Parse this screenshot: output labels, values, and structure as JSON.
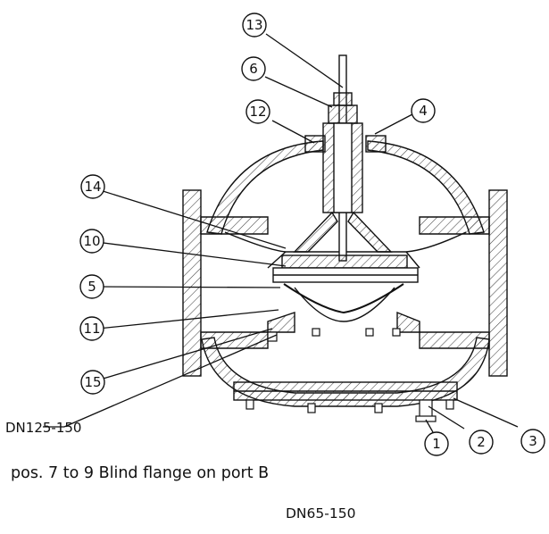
{
  "callouts": [
    {
      "id": "c13",
      "label": "13"
    },
    {
      "id": "c6",
      "label": "6"
    },
    {
      "id": "c12",
      "label": "12"
    },
    {
      "id": "c4",
      "label": "4"
    },
    {
      "id": "c14",
      "label": "14"
    },
    {
      "id": "c10",
      "label": "10"
    },
    {
      "id": "c5",
      "label": "5"
    },
    {
      "id": "c11",
      "label": "11"
    },
    {
      "id": "c15",
      "label": "15"
    },
    {
      "id": "c1",
      "label": "1"
    },
    {
      "id": "c2",
      "label": "2"
    },
    {
      "id": "c3",
      "label": "3"
    }
  ],
  "variant_label": "DN125-150",
  "caption_note": "pos. 7 to 9 Blind flange on port B",
  "caption_range": "DN65-150",
  "colors": {
    "line": "#111111",
    "hatch": "#444444",
    "background": "#ffffff"
  }
}
